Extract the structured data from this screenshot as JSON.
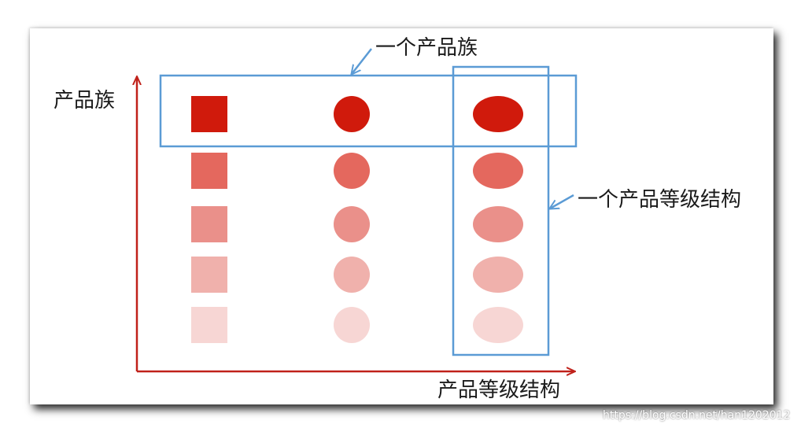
{
  "labels": {
    "y_axis": "产品族",
    "x_axis": "产品等级结构",
    "family_callout": "一个产品族",
    "grade_callout": "一个产品等级结构"
  },
  "watermark": "https://blog.csdn.net/han1202012",
  "colors": {
    "axis": "#c0211a",
    "highlight_box": "#5b9bd5",
    "shape_levels": [
      "#d01a0c",
      "#e4685e",
      "#ea908a",
      "#f0b1ac",
      "#f7d6d4"
    ]
  },
  "grid": {
    "shapes": [
      "square",
      "circle",
      "ellipse"
    ],
    "levels": 5
  }
}
